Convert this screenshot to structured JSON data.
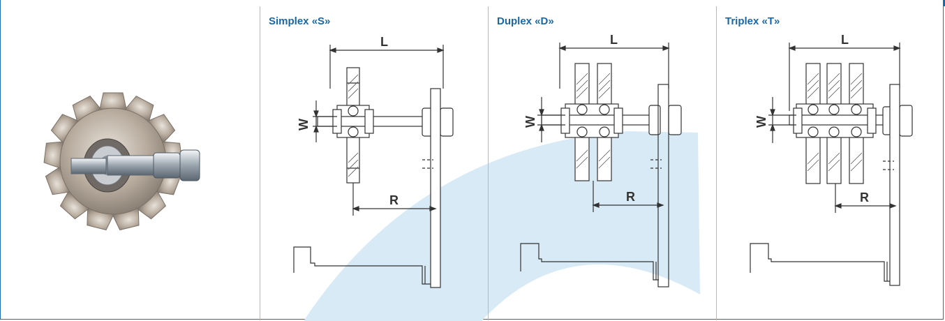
{
  "panels": [
    {
      "title": "Simplex «S»"
    },
    {
      "title": "Duplex «D»"
    },
    {
      "title": "Triplex «T»"
    }
  ],
  "dimensions": {
    "L": "L",
    "W": "W",
    "R": "R"
  },
  "colors": {
    "brand": "#1a67a8",
    "watermark": "#d6e8f6",
    "line": "#333333"
  }
}
